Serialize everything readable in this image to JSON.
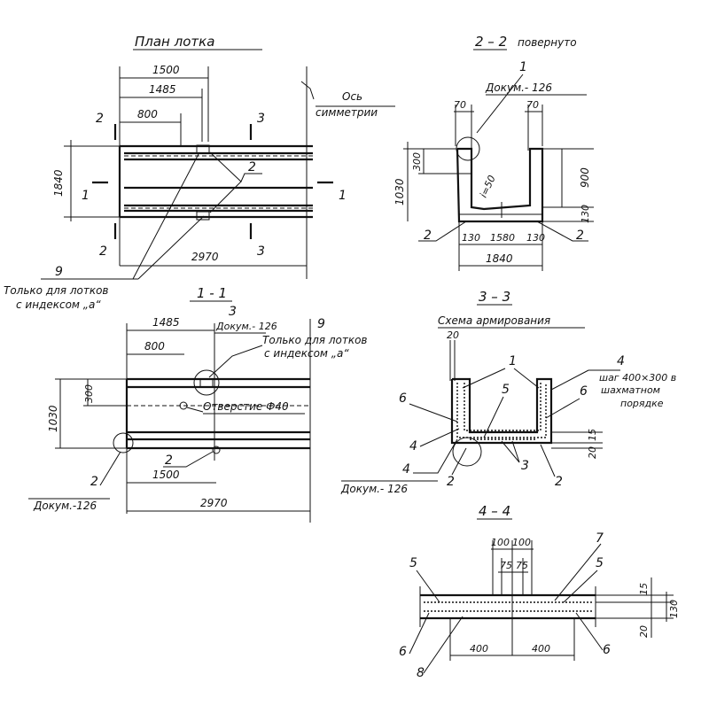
{
  "plan": {
    "title": "План лотка",
    "dim_total_top": "1500",
    "dim_1485": "1485",
    "dim_800": "800",
    "dim_height": "1840",
    "dim_length": "2970",
    "axis_label_1": "Ось",
    "axis_label_2": "симметрии",
    "mark_2": "2",
    "mark_3": "3",
    "mark_1": "1",
    "callout_2": "2",
    "callout_9": "9",
    "note_1": "Только для лотков",
    "note_2": "с индексом „а“"
  },
  "s22": {
    "title": "2 – 2",
    "subtitle": "повернуто",
    "callout_1": "1",
    "ref": "Докум.- 126",
    "dim_70a": "70",
    "dim_70b": "70",
    "dim_300": "300",
    "dim_1030": "1030",
    "dim_900": "900",
    "dim_130r": "130",
    "slope": "i=50",
    "callout_2l": "2",
    "callout_2r": "2",
    "dim_130a": "130",
    "dim_1580": "1580",
    "dim_130b": "130",
    "dim_1840": "1840"
  },
  "s11": {
    "title": "1 - 1",
    "dim_1485": "1485",
    "dim_800": "800",
    "callout_3": "3",
    "ref_top": "Докум.- 126",
    "callout_9": "9",
    "note_1": "Только для лотков",
    "note_2": "с индексом „а“",
    "dim_300": "300",
    "dim_1030": "1030",
    "hole": "Отверстие Ф40",
    "callout_2a": "2",
    "callout_2b": "2",
    "dim_1500": "1500",
    "ref_bottom": "Докум.-126",
    "dim_2970": "2970"
  },
  "s33": {
    "title": "3 – 3",
    "subtitle": "Схема армирования",
    "dim_20": "20",
    "callout_1": "1",
    "callout_4": "4",
    "note_1": "шаг 400×300 в",
    "note_2": "шахматном",
    "note_3": "порядке",
    "callout_6l": "6",
    "callout_5": "5",
    "callout_6r": "6",
    "callout_4a": "4",
    "callout_4b": "4",
    "dim_15": "15",
    "dim_20r": "20",
    "callout_2l": "2",
    "callout_3": "3",
    "callout_2r": "2",
    "ref": "Докум.- 126"
  },
  "s44": {
    "title": "4 – 4",
    "dim_100a": "100",
    "dim_100b": "100",
    "callout_7": "7",
    "dim_75a": "75",
    "dim_75b": "75",
    "callout_5l": "5",
    "callout_5r": "5",
    "dim_15": "15",
    "dim_130": "130",
    "dim_20": "20",
    "callout_6l": "6",
    "dim_400a": "400",
    "dim_400b": "400",
    "callout_6r": "6",
    "callout_8": "8"
  }
}
